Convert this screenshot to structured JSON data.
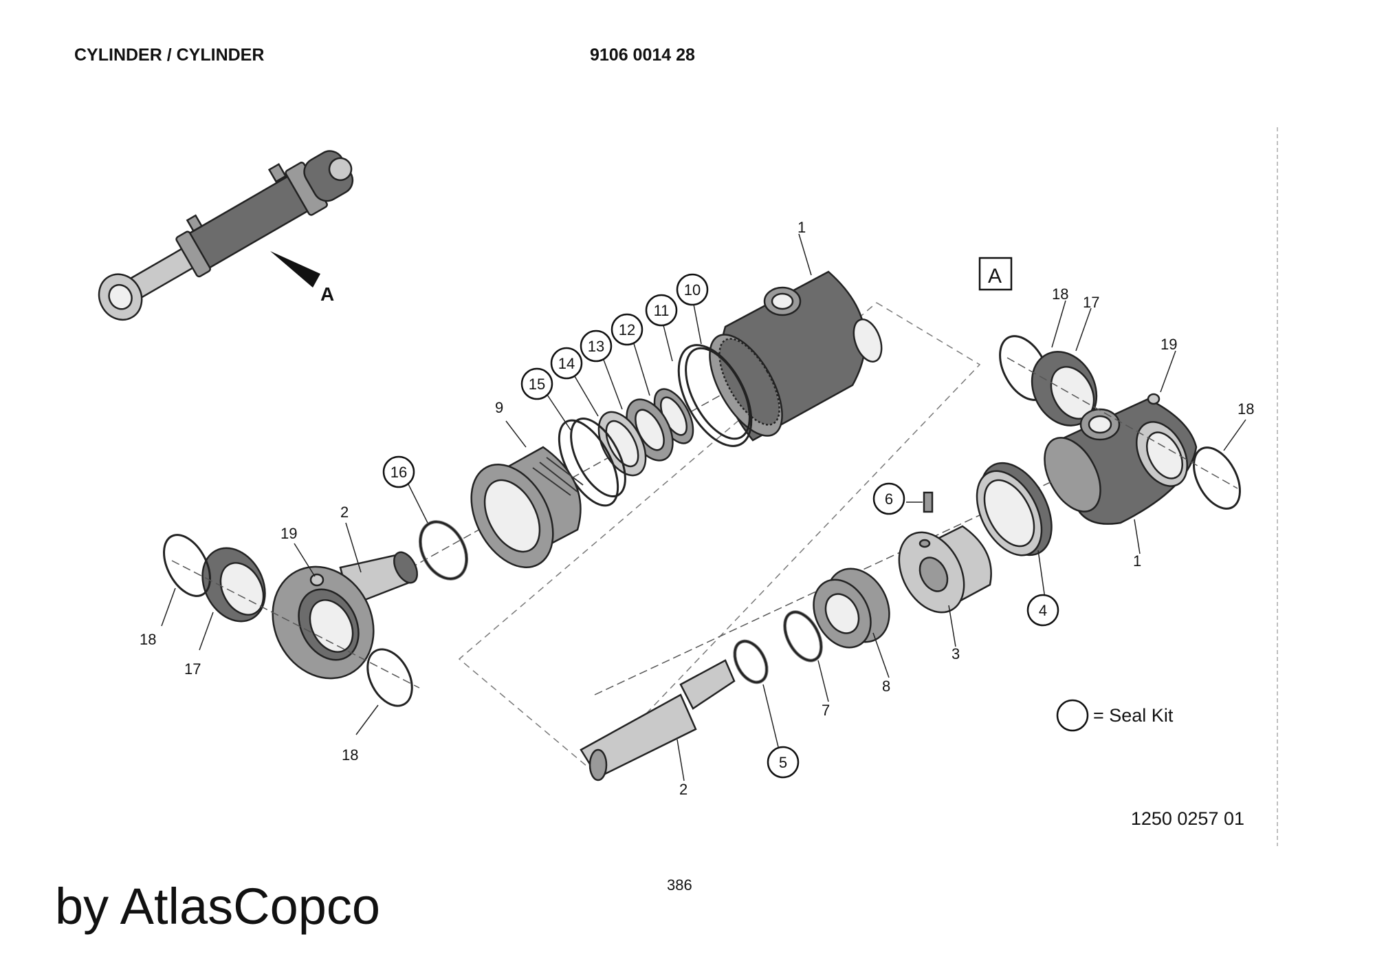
{
  "header": {
    "title": "CYLINDER / CYLINDER",
    "part_number": "9106 0014 28"
  },
  "view_label": "A",
  "view_box_label": "A",
  "callouts": {
    "c1a": "1",
    "c1b": "1",
    "c2a": "2",
    "c2b": "2",
    "c3": "3",
    "c4": "4",
    "c5": "5",
    "c6": "6",
    "c7": "7",
    "c8": "8",
    "c9": "9",
    "c10": "10",
    "c11": "11",
    "c12": "12",
    "c13": "13",
    "c14": "14",
    "c15": "15",
    "c16": "16",
    "c17a": "17",
    "c17b": "17",
    "c18a": "18",
    "c18b": "18",
    "c18c": "18",
    "c18d": "18",
    "c19a": "19",
    "c19b": "19"
  },
  "legend": {
    "seal_kit": "= Seal Kit"
  },
  "drawing_number": "1250 0257 01",
  "page_number": "386",
  "brand": "by AtlasCopco"
}
